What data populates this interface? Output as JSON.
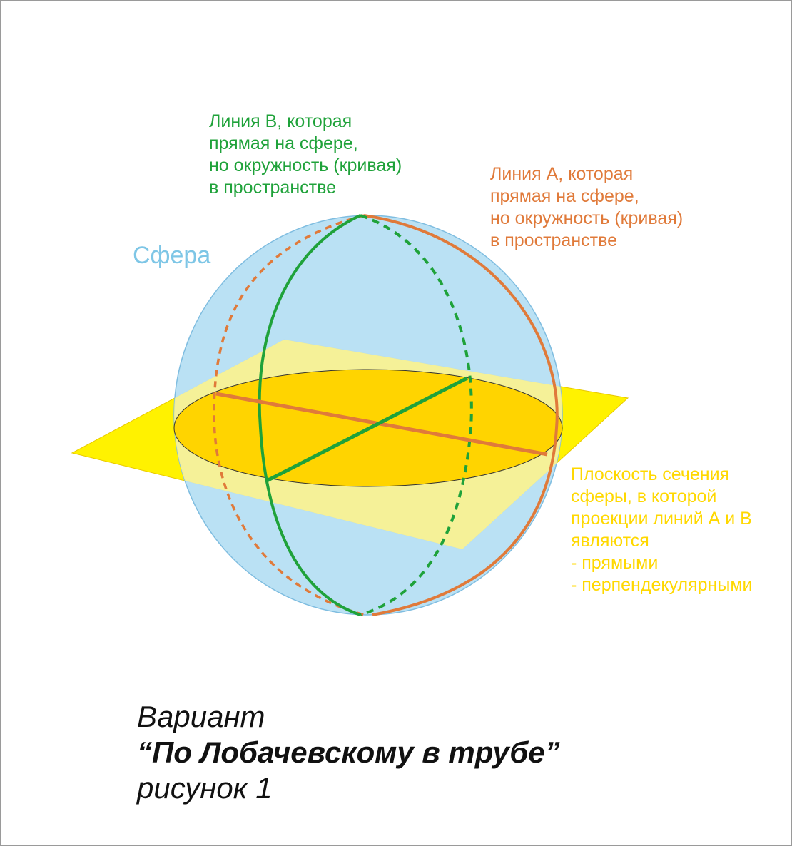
{
  "labels": {
    "sphere": "Сфера",
    "line_b": "Линия В, которая\nпрямая на сфере,\nно окружность (кривая)\nв пространстве",
    "line_a": "Линия А, которая\nпрямая на сфере,\nно окружность (кривая)\nв пространстве",
    "plane": "Плоскость сечения\nсферы, в которой\nпроекции линий А и В\nявляются\n- прямыми\n- перпендекулярными"
  },
  "caption": {
    "line1": "Вариант",
    "line2": "“По Лобачевскому в трубе”",
    "line3": "рисунок 1"
  },
  "colors": {
    "sphere_fill": "#b6dff3",
    "sphere_stroke": "#7fbde0",
    "sphere_label": "#7ec6e6",
    "plane_fill": "#fff200",
    "section_fill": "#ffd400",
    "line_a": "#e07a3a",
    "line_b": "#1fa23a",
    "plane_label": "#ffd800"
  }
}
